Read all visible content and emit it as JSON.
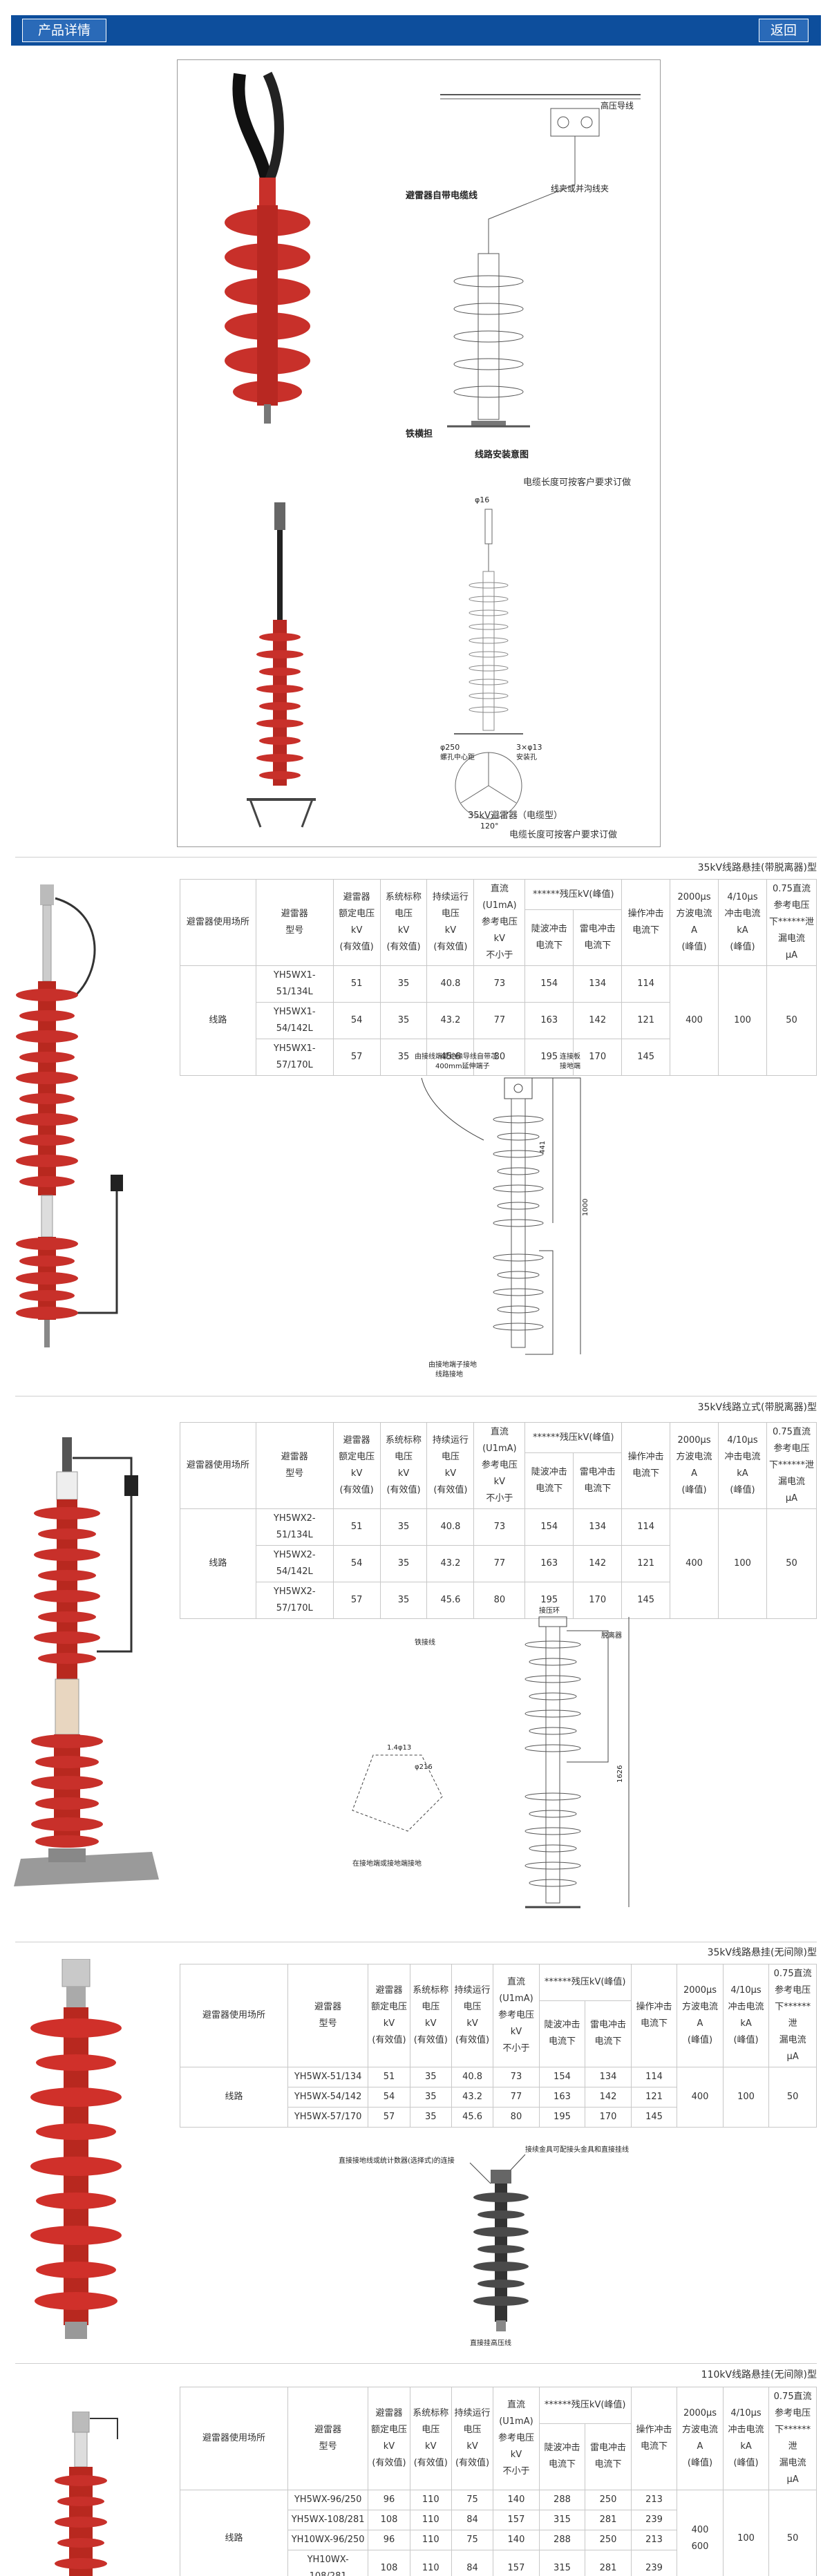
{
  "header": {
    "title": "产品详情",
    "back_label": "返回"
  },
  "figure1": {
    "labels": {
      "wire": "高压导线",
      "arrester": "避雷器自带电缆线",
      "clamp": "线夹或并沟线夹",
      "bracket": "铁横担",
      "diagram": "线路安装意图"
    },
    "note": "电缆长度可按客户要求订做"
  },
  "figure2": {
    "labels": {
      "d16": "φ16",
      "d250": "φ250",
      "center": "螺孔中心距",
      "holes": "3×φ13",
      "holes2": "安装孔",
      "angle": "120°"
    },
    "caption": "35kV避雷器（电缆型）",
    "note": "电缆长度可按客户要求订做"
  },
  "table_header": {
    "col1": [
      "避雷器使用场所"
    ],
    "col2": [
      "避雷器",
      "型号"
    ],
    "col3": [
      "避雷器",
      "额定电压",
      "kV",
      "(有效值)"
    ],
    "col4": [
      "系统标称",
      "电压",
      "kV",
      "(有效值)"
    ],
    "col5": [
      "持续运行",
      "电压",
      "kV",
      "(有效值)"
    ],
    "col6": [
      "直流",
      "(U1mA)",
      "参考电压",
      "kV",
      "不小于"
    ],
    "col7": "******残压kV(峰值)",
    "col7a": [
      "陡波冲击",
      "电流下"
    ],
    "col7b": [
      "雷电冲击",
      "电流下"
    ],
    "col7c": [
      "操作冲击",
      "电流下"
    ],
    "col8": [
      "2000μs",
      "方波电流",
      "A",
      "(峰值)"
    ],
    "col9": [
      "4/10μs",
      "冲击电流",
      "kA",
      "(峰值)"
    ],
    "col10": [
      "0.75直流",
      "参考电压",
      "下******泄",
      "漏电流",
      "μA"
    ]
  },
  "sections": [
    {
      "title": "35kV线路悬挂(带脱离器)型",
      "place": "线路",
      "rows": [
        [
          "YH5WX1-51/134L",
          "51",
          "35",
          "40.8",
          "73",
          "154",
          "134",
          "114"
        ],
        [
          "YH5WX1-54/142L",
          "54",
          "35",
          "43.2",
          "77",
          "163",
          "142",
          "121"
        ],
        [
          "YH5WX1-57/170L",
          "57",
          "35",
          "45.6",
          "80",
          "195",
          "170",
          "145"
        ]
      ],
      "shared": [
        "400",
        "100",
        "50"
      ],
      "drawing": {
        "l1": "由接线端或绝缘导线自带芯",
        "l2": "400mm延伸端子",
        "l3": "连接板",
        "l4": "接地端",
        "l5": "由接地端子接地",
        "l6": "线路接地",
        "d1": "441",
        "d2": "1000"
      }
    },
    {
      "title": "35kV线路立式(带脱离器)型",
      "place": "线路",
      "rows": [
        [
          "YH5WX2-51/134L",
          "51",
          "35",
          "40.8",
          "73",
          "154",
          "134",
          "114"
        ],
        [
          "YH5WX2-54/142L",
          "54",
          "35",
          "43.2",
          "77",
          "163",
          "142",
          "121"
        ],
        [
          "YH5WX2-57/170L",
          "57",
          "35",
          "45.6",
          "80",
          "195",
          "170",
          "145"
        ]
      ],
      "shared": [
        "400",
        "100",
        "50"
      ],
      "drawing": {
        "l1": "接压环",
        "l2": "铁接线",
        "l3": "脱离器",
        "l4": "在接地端或接地端接地",
        "d1": "1.4φ13",
        "d2": "φ216",
        "d3": "1626"
      }
    },
    {
      "title": "35kV线路悬挂(无间隙)型",
      "place": "线路",
      "rows": [
        [
          "YH5WX-51/134",
          "51",
          "35",
          "40.8",
          "73",
          "154",
          "134",
          "114"
        ],
        [
          "YH5WX-54/142",
          "54",
          "35",
          "43.2",
          "77",
          "163",
          "142",
          "121"
        ],
        [
          "YH5WX-57/170",
          "57",
          "35",
          "45.6",
          "80",
          "195",
          "170",
          "145"
        ]
      ],
      "shared": [
        "400",
        "100",
        "50"
      ],
      "drawing": {
        "l1": "接续金具可配接头金具和直接挂线",
        "l2": "直接接地线或统计数器(选择式)的连接",
        "l3": "直接挂高压线"
      }
    },
    {
      "title": "110kV线路悬挂(无间隙)型",
      "place": "线路",
      "rows": [
        [
          "YH5WX-96/250",
          "96",
          "110",
          "75",
          "140",
          "288",
          "250",
          "213"
        ],
        [
          "YH5WX-108/281",
          "108",
          "110",
          "84",
          "157",
          "315",
          "281",
          "239"
        ],
        [
          "YH10WX-96/250",
          "96",
          "110",
          "75",
          "140",
          "288",
          "250",
          "213"
        ],
        [
          "YH10WX-108/281",
          "108",
          "110",
          "84",
          "157",
          "315",
          "281",
          "239"
        ]
      ],
      "shared": [
        "400",
        "100",
        "50"
      ],
      "shared2": "600"
    }
  ]
}
